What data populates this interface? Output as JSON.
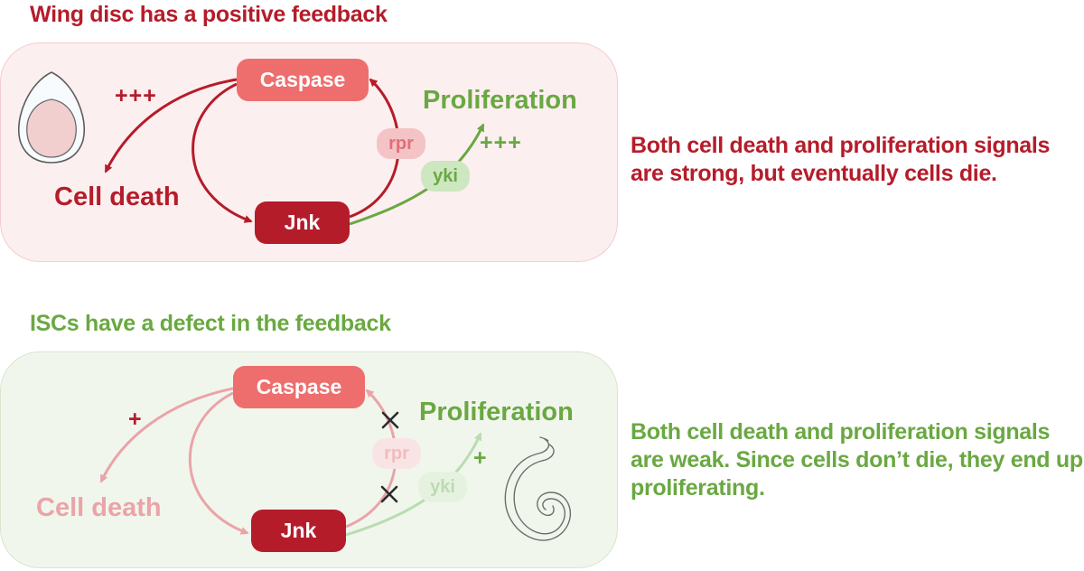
{
  "panel1": {
    "title": "Wing disc has a positive feedback",
    "caspase": "Caspase",
    "jnk": "Jnk",
    "rpr": "rpr",
    "yki": "yki",
    "proliferation": "Proliferation",
    "cell_death": "Cell death",
    "death_signal": "+++",
    "prolif_signal": "+++",
    "note": "Both cell death and proliferation signals are strong, but eventually cells die."
  },
  "panel2": {
    "title": "ISCs have a defect in the feedback",
    "caspase": "Caspase",
    "jnk": "Jnk",
    "rpr": "rpr",
    "yki": "yki",
    "proliferation": "Proliferation",
    "cell_death": "Cell death",
    "death_signal": "+",
    "prolif_signal": "+",
    "note": "Both cell death and proliferation signals are weak. Since cells don’t die, they end up proliferating."
  },
  "colors": {
    "red_dark": "#b51c2a",
    "red_salmon": "#ee6e6e",
    "green": "#6aa842",
    "panel1_bg": "#fcefef",
    "panel2_bg": "#f1f6ed"
  },
  "icons": {
    "panel1": "wing-disc-icon",
    "panel2": "intestine-icon"
  }
}
